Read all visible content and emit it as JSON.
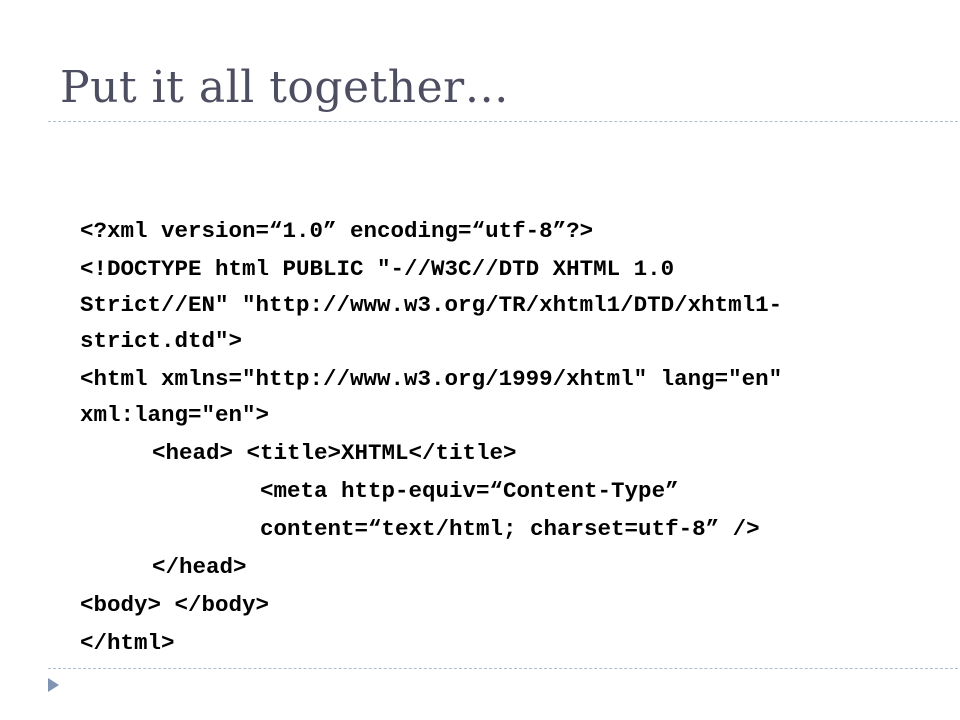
{
  "slide": {
    "title": "Put it all together…"
  },
  "code": {
    "lines": [
      "<?xml version=“1.0” encoding=“utf-8”?>",
      "<!DOCTYPE html PUBLIC \"-//W3C//DTD XHTML 1.0",
      "Strict//EN\" \"http://www.w3.org/TR/xhtml1/DTD/xhtml1-",
      "strict.dtd\">",
      "<html xmlns=\"http://www.w3.org/1999/xhtml\" lang=\"en\"",
      "xml:lang=\"en\">",
      "<head> <title>XHTML</title>",
      "<meta http-equiv=“Content-Type”",
      "content=“text/html; charset=utf-8” />",
      "</head>",
      "<body> </body>",
      "</html>"
    ]
  },
  "footer": {
    "nav_icon": "triangle-right-icon",
    "accent_color": "#8194b4"
  }
}
